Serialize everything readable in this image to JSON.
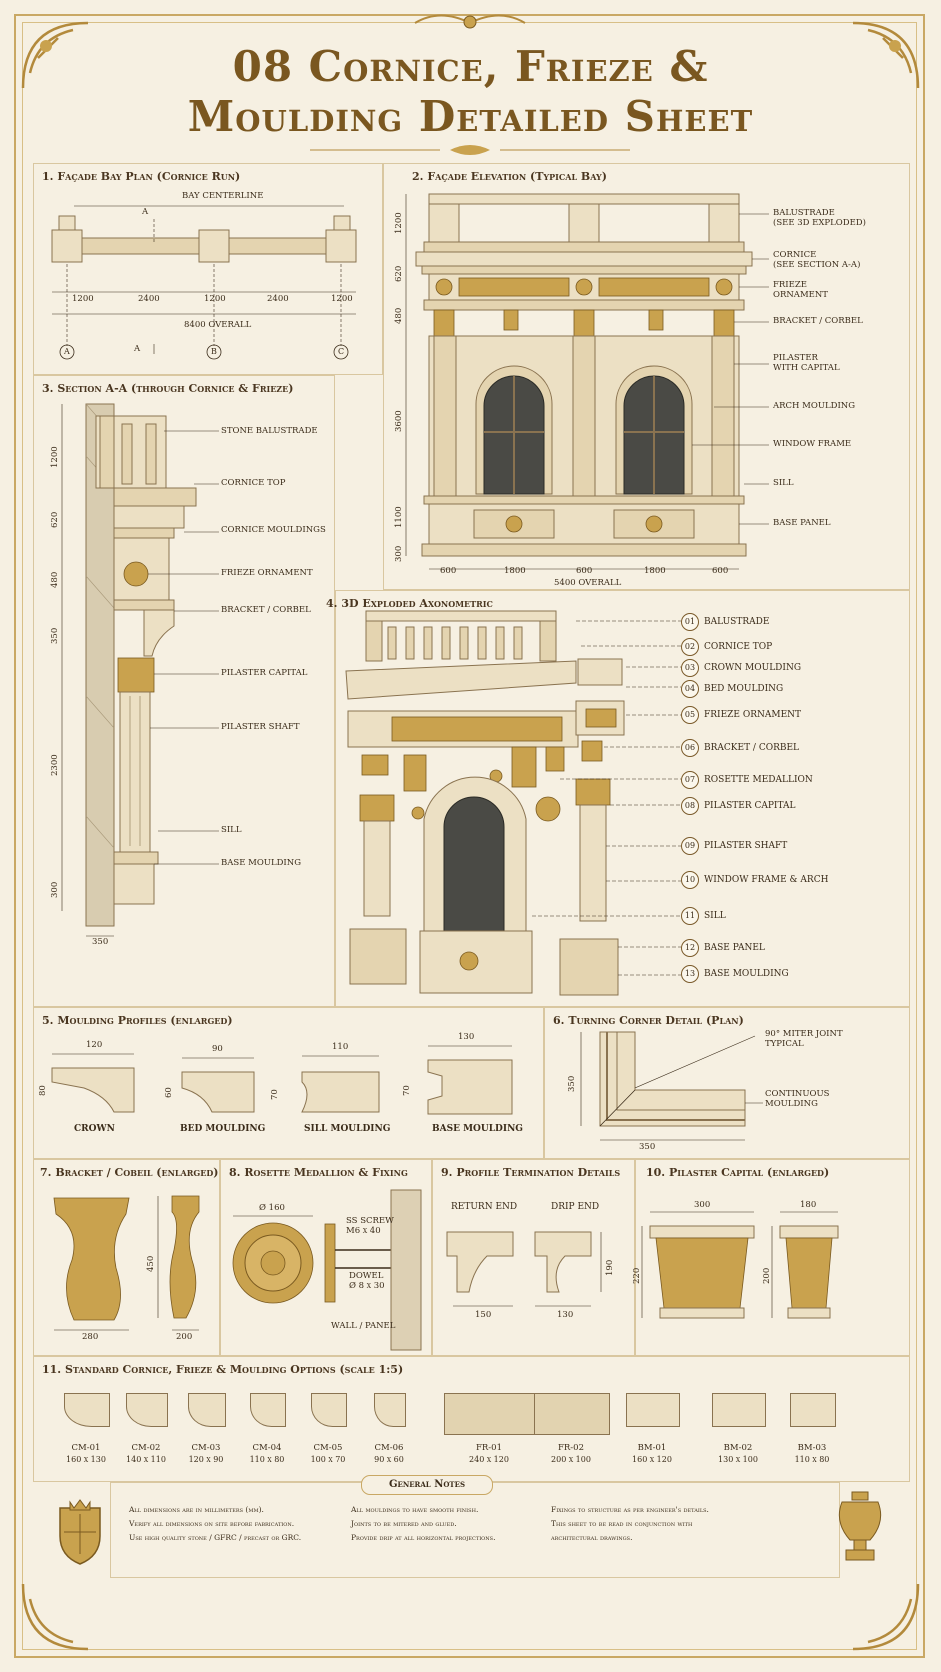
{
  "sheet": {
    "title_line1": "08 Cornice, Frieze &",
    "title_line2": "Moulding Detailed Sheet"
  },
  "plan": {
    "title": "1. Façade Bay Plan (Cornice Run)",
    "centerline": "BAY CENTERLINE",
    "section_marker": "A",
    "dims": [
      "1200",
      "2400",
      "1200",
      "2400",
      "1200"
    ],
    "overall": "8400 OVERALL",
    "grids": [
      "A",
      "B",
      "C"
    ]
  },
  "elevation": {
    "title": "2. Façade Elevation (Typical Bay)",
    "labels": [
      "BALUSTRADE\n(SEE 3D EXPLODED)",
      "CORNICE\n(SEE SECTION A-A)",
      "FRIEZE\nORNAMENT",
      "BRACKET / CORBEL",
      "PILASTER\nWITH CAPITAL",
      "ARCH MOULDING",
      "WINDOW FRAME",
      "SILL",
      "BASE PANEL"
    ],
    "vdims": [
      "1200",
      "620",
      "480",
      "3600",
      "1100",
      "300"
    ],
    "hdims": [
      "600",
      "1800",
      "600",
      "1800",
      "600"
    ],
    "overall": "5400 OVERALL"
  },
  "section": {
    "title": "3. Section A-A (through Cornice & Frieze)",
    "labels": [
      "STONE BALUSTRADE",
      "CORNICE TOP",
      "CORNICE MOULDINGS",
      "FRIEZE ORNAMENT",
      "BRACKET / CORBEL",
      "PILASTER CAPITAL",
      "PILASTER SHAFT",
      "SILL",
      "BASE MOULDING"
    ],
    "vdims": [
      "1200",
      "620",
      "480",
      "350",
      "2300",
      "300"
    ],
    "width": "350"
  },
  "exploded": {
    "title": "4. 3D Exploded Axonometric",
    "items": [
      {
        "n": "01",
        "label": "BALUSTRADE"
      },
      {
        "n": "02",
        "label": "CORNICE TOP"
      },
      {
        "n": "03",
        "label": "CROWN MOULDING"
      },
      {
        "n": "04",
        "label": "BED MOULDING"
      },
      {
        "n": "05",
        "label": "FRIEZE ORNAMENT"
      },
      {
        "n": "06",
        "label": "BRACKET / CORBEL"
      },
      {
        "n": "07",
        "label": "ROSETTE MEDALLION"
      },
      {
        "n": "08",
        "label": "PILASTER CAPITAL"
      },
      {
        "n": "09",
        "label": "PILASTER SHAFT"
      },
      {
        "n": "10",
        "label": "WINDOW FRAME & ARCH"
      },
      {
        "n": "11",
        "label": "SILL"
      },
      {
        "n": "12",
        "label": "BASE PANEL"
      },
      {
        "n": "13",
        "label": "BASE MOULDING"
      }
    ]
  },
  "profiles": {
    "title": "5. Moulding Profiles (enlarged)",
    "items": [
      {
        "name": "CROWN",
        "w": "120",
        "h": "80"
      },
      {
        "name": "BED MOULDING",
        "w": "90",
        "h": "60"
      },
      {
        "name": "SILL MOULDING",
        "w": "110",
        "h": "70"
      },
      {
        "name": "BASE MOULDING",
        "w": "130",
        "h": "70"
      }
    ]
  },
  "corner": {
    "title": "6. Turning Corner Detail (Plan)",
    "note1": "90° MITER JOINT\nTYPICAL",
    "note2": "CONTINUOUS\nMOULDING",
    "h": "350",
    "w": "350"
  },
  "bracket": {
    "title": "7. Bracket / Cobeil (enlarged)",
    "h": "450",
    "w1": "280",
    "w2": "200"
  },
  "rosette": {
    "title": "8. Rosette Medallion & Fixing",
    "dia": "Ø 160",
    "screw": "SS SCREW\nM6 x 40",
    "dowel": "DOWEL\nØ 8 x 30",
    "wall": "WALL / PANEL"
  },
  "termination": {
    "title": "9. Profile Termination Details",
    "return_end": "RETURN END",
    "drip_end": "DRIP END",
    "d1": "150",
    "d2": "130",
    "d3": "190"
  },
  "capital": {
    "title": "10. Pilaster Capital (enlarged)",
    "w1": "300",
    "w2": "180",
    "h1": "220",
    "h2": "200"
  },
  "options": {
    "title": "11. Standard Cornice, Frieze & Moulding Options (scale 1:5)",
    "items": [
      {
        "code": "CM-01",
        "size": "160 x 130"
      },
      {
        "code": "CM-02",
        "size": "140 x 110"
      },
      {
        "code": "CM-03",
        "size": "120 x 90"
      },
      {
        "code": "CM-04",
        "size": "110 x 80"
      },
      {
        "code": "CM-05",
        "size": "100 x 70"
      },
      {
        "code": "CM-06",
        "size": "90 x 60"
      },
      {
        "code": "FR-01",
        "size": "240 x 120"
      },
      {
        "code": "FR-02",
        "size": "200 x 100"
      },
      {
        "code": "BM-01",
        "size": "160 x 120"
      },
      {
        "code": "BM-02",
        "size": "130 x 100"
      },
      {
        "code": "BM-03",
        "size": "110 x 80"
      }
    ]
  },
  "notes": {
    "title": "General Notes",
    "col1": [
      "All dimensions are in millimeters (mm).",
      "Verify all dimensions on site before fabrication.",
      "Use high quality stone / GFRC / precast or GRC."
    ],
    "col2": [
      "All mouldings to have smooth finish.",
      "Joints to be mitered and glued.",
      "Provide drip at all horizontal projections."
    ],
    "col3": [
      "Fixings to structure as per engineer's details.",
      "This sheet to be read in conjunction with",
      "architectural drawings."
    ]
  },
  "colors": {
    "gold": "#c9a24e",
    "stone": "#ece0c4",
    "ink": "#3b2c1a",
    "title": "#7a5720",
    "paper": "#f6f0e2"
  }
}
